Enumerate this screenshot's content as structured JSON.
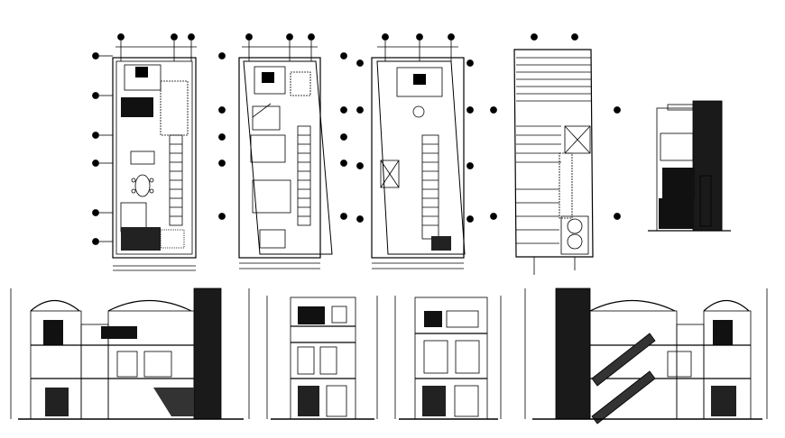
{
  "drawing": {
    "background": "#ffffff",
    "line_color": "#000000",
    "fill_color": "#000000",
    "sheets": [
      {
        "id": "plan-ground-floor",
        "kind": "floor-plan"
      },
      {
        "id": "plan-first-floor",
        "kind": "floor-plan"
      },
      {
        "id": "plan-second-floor",
        "kind": "floor-plan"
      },
      {
        "id": "plan-roof",
        "kind": "roof-plan"
      },
      {
        "id": "elevation-front",
        "kind": "elevation"
      },
      {
        "id": "section-left",
        "kind": "section"
      },
      {
        "id": "section-mid-a",
        "kind": "section"
      },
      {
        "id": "section-mid-b",
        "kind": "section"
      },
      {
        "id": "section-right",
        "kind": "section"
      }
    ]
  }
}
